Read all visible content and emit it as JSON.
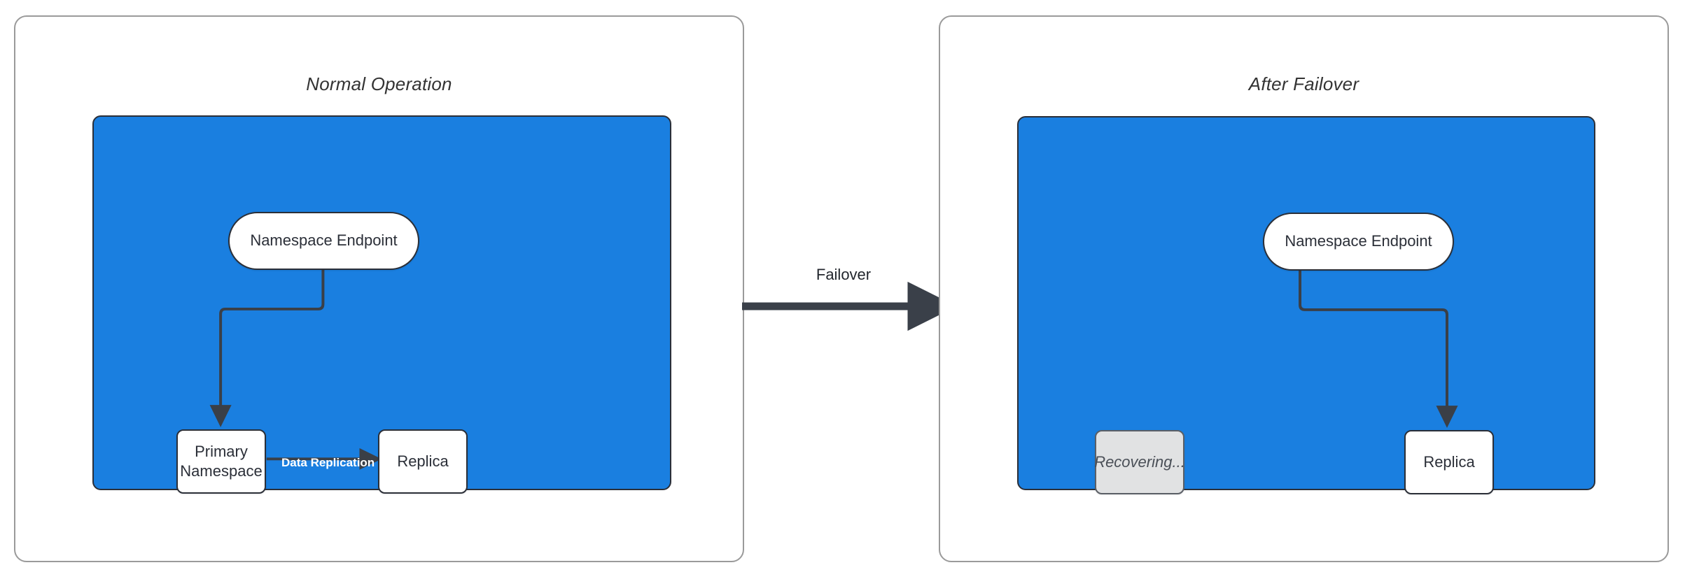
{
  "diagram": {
    "title_normal": "Normal Operation",
    "title_failover": "After Failover",
    "transition_label": "Failover",
    "colors": {
      "zone_blue": "#1a7fe0",
      "node_white": "#ffffff",
      "node_gray": "#e1e2e3",
      "stroke_dark": "#2b2f38",
      "panel_border": "#9a9a9a",
      "edge_label_white": "#ffffff"
    }
  },
  "panels": [
    {
      "id": "normal-operation",
      "title": "Normal Operation",
      "nodes": [
        {
          "id": "namespace-endpoint",
          "label": "Namespace Endpoint",
          "shape": "pill",
          "state": "active"
        },
        {
          "id": "primary-namespace",
          "label": "Primary\nNamespace",
          "line1": "Primary",
          "line2": "Namespace",
          "shape": "rect",
          "state": "active"
        },
        {
          "id": "replica",
          "label": "Replica",
          "shape": "rect",
          "state": "active"
        }
      ],
      "edges": [
        {
          "from": "namespace-endpoint",
          "to": "primary-namespace",
          "label": ""
        },
        {
          "from": "primary-namespace",
          "to": "replica",
          "label": "Data Replication"
        }
      ]
    },
    {
      "id": "after-failover",
      "title": "After Failover",
      "nodes": [
        {
          "id": "namespace-endpoint",
          "label": "Namespace Endpoint",
          "shape": "pill",
          "state": "active"
        },
        {
          "id": "recovering",
          "label": "Recovering...",
          "shape": "rect",
          "state": "disabled"
        },
        {
          "id": "replica",
          "label": "Replica",
          "shape": "rect",
          "state": "active"
        }
      ],
      "edges": [
        {
          "from": "namespace-endpoint",
          "to": "replica",
          "label": ""
        }
      ]
    }
  ]
}
